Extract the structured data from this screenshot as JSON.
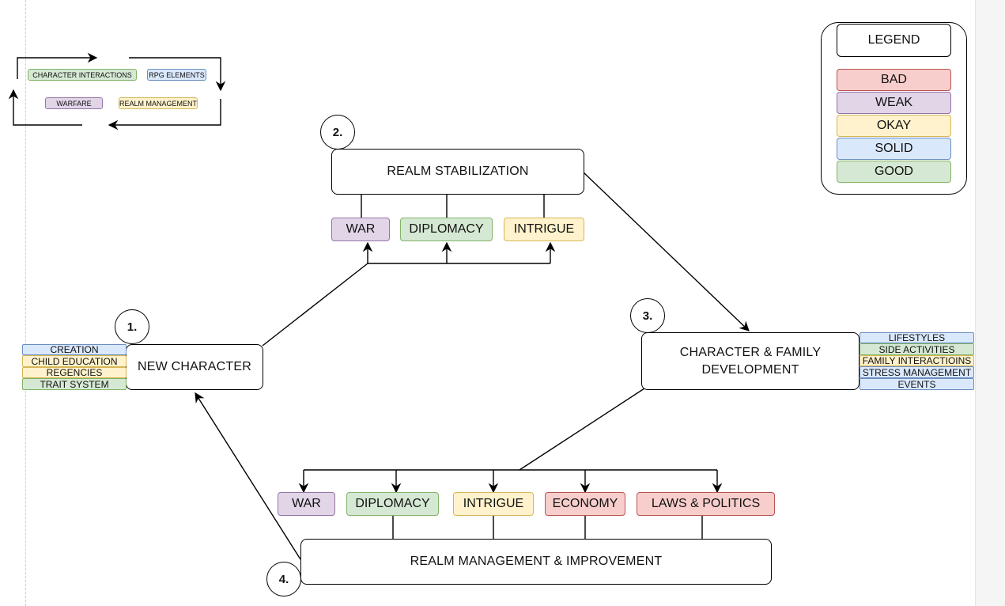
{
  "colors": {
    "bad": "#f8cecc",
    "bad_border": "#b85450",
    "weak": "#e1d5e7",
    "weak_border": "#9673a6",
    "okay": "#fff2cc",
    "okay_border": "#d6b656",
    "solid": "#dae8fc",
    "solid_border": "#6c8ebf",
    "good": "#d5e8d4",
    "good_border": "#82b366",
    "line": "#000000"
  },
  "mini_cycle": {
    "items": [
      "CHARACTER INTERACTIONS",
      "RPG ELEMENTS",
      "WARFARE",
      "REALM MANAGEMENT"
    ]
  },
  "legend": {
    "title": "LEGEND",
    "items": [
      "BAD",
      "WEAK",
      "OKAY",
      "SOLID",
      "GOOD"
    ]
  },
  "steps": {
    "new_character": {
      "number": "1.",
      "title": "NEW CHARACTER",
      "features": [
        "CREATION",
        "CHILD EDUCATION",
        "REGENCIES",
        "TRAIT SYSTEM"
      ]
    },
    "realm_stabilization": {
      "number": "2.",
      "title": "REALM STABILIZATION",
      "options": [
        "WAR",
        "DIPLOMACY",
        "INTRIGUE"
      ]
    },
    "character_family": {
      "number": "3.",
      "title_line1": "CHARACTER & FAMILY",
      "title_line2": "DEVELOPMENT",
      "features": [
        "LIFESTYLES",
        "SIDE ACTIVITIES",
        "FAMILY INTERACTIOINS",
        "STRESS MANAGEMENT",
        "EVENTS"
      ]
    },
    "realm_management": {
      "number": "4.",
      "title": "REALM MANAGEMENT & IMPROVEMENT",
      "options": [
        "WAR",
        "DIPLOMACY",
        "INTRIGUE",
        "ECONOMY",
        "LAWS & POLITICS"
      ]
    }
  }
}
